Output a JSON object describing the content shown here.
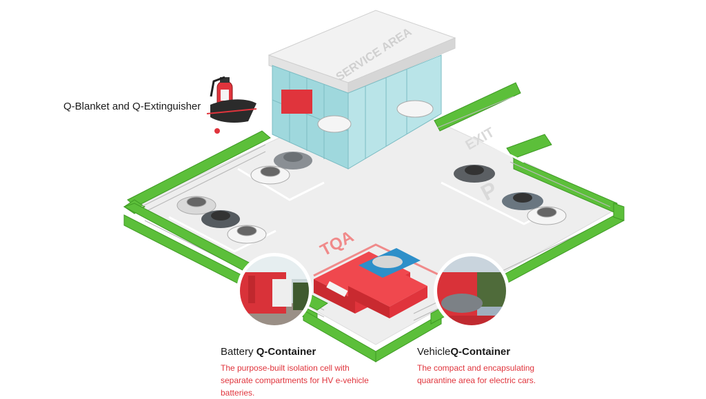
{
  "labels": {
    "service_area": "SERVICE AREA",
    "exit": "EXIT",
    "parking": "P",
    "tqa": "TQA",
    "blanket": "Q-Blanket and Q-Extinguisher"
  },
  "battery": {
    "prefix": "Battery ",
    "bold": "Q-Container",
    "description": "The purpose-built isolation cell with separate compartments for HV e-vehicle batteries."
  },
  "vehicle": {
    "prefix": "Vehicle",
    "bold": "Q-Container",
    "description": "The compact and encapsulating quarantine area for electric cars."
  },
  "colors": {
    "hedge": "#5cbf3a",
    "hedge_dark": "#3e9a24",
    "container_red": "#e0343c",
    "accent_red": "#e0343c",
    "glass": "#9fd8dd",
    "ground": "#ededed",
    "line": "#ffffff"
  }
}
